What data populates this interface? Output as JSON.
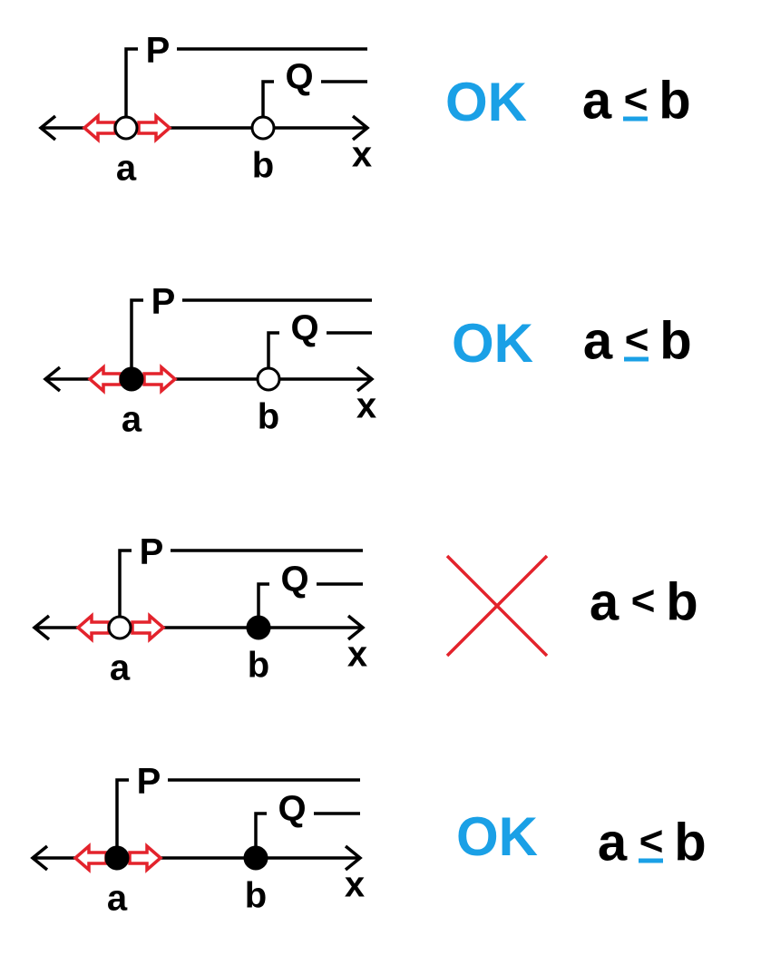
{
  "colors": {
    "line": "#000000",
    "arrow_red": "#e3232c",
    "ok_blue": "#1aa0e6",
    "cross_red": "#e3232c",
    "underline_blue": "#1aa0e6"
  },
  "axis_label": "x",
  "rows": [
    {
      "id": "row-1",
      "p_label": "P",
      "q_label": "Q",
      "a_label": "a",
      "b_label": "b",
      "a_point": "open",
      "b_point": "open",
      "verdict": "ok",
      "verdict_text": "OK",
      "relation": {
        "left": "a",
        "op": "<",
        "right": "b",
        "underlined": true
      }
    },
    {
      "id": "row-2",
      "p_label": "P",
      "q_label": "Q",
      "a_label": "a",
      "b_label": "b",
      "a_point": "filled",
      "b_point": "open",
      "verdict": "ok",
      "verdict_text": "OK",
      "relation": {
        "left": "a",
        "op": "<",
        "right": "b",
        "underlined": true
      }
    },
    {
      "id": "row-3",
      "p_label": "P",
      "q_label": "Q",
      "a_label": "a",
      "b_label": "b",
      "a_point": "open",
      "b_point": "filled",
      "verdict": "cross",
      "verdict_text": "",
      "relation": {
        "left": "a",
        "op": "<",
        "right": "b",
        "underlined": false
      }
    },
    {
      "id": "row-4",
      "p_label": "P",
      "q_label": "Q",
      "a_label": "a",
      "b_label": "b",
      "a_point": "filled",
      "b_point": "filled",
      "verdict": "ok",
      "verdict_text": "OK",
      "relation": {
        "left": "a",
        "op": "<",
        "right": "b",
        "underlined": true
      }
    }
  ]
}
